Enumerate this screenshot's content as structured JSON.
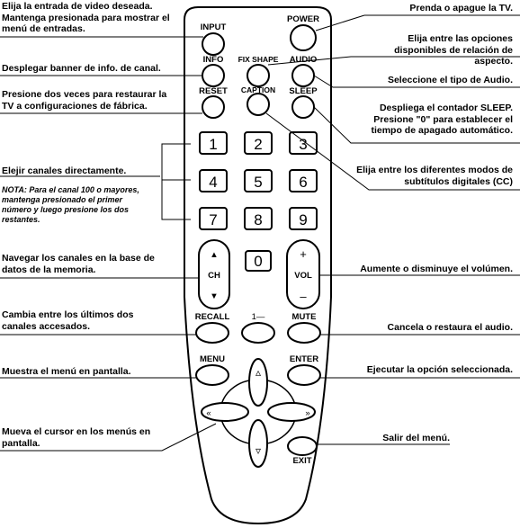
{
  "left_notes": {
    "input": "Elija la entrada de video deseada. Mantenga presionada para mostrar el menú de entradas.",
    "info": "Desplegar banner de info. de canal.",
    "reset": "Presione dos veces para restaurar la TV a configuraciones de fábrica.",
    "direct": "Elejir canales directamente.",
    "direct_note": "NOTA: Para el canal 100 o mayores, mantenga presionado el primer número y luego presione los dos restantes.",
    "ch": "Navegar los canales en la base de datos de la memoria.",
    "recall": "Cambia entre los últimos dos canales accesados.",
    "menu": "Muestra el menú en pantalla.",
    "cursor": "Mueva el cursor en los menús en pantalla."
  },
  "right_notes": {
    "power": "Prenda o apague la TV.",
    "fixshape": "Elija entre las opciones disponibles de relación de aspecto.",
    "audio": "Seleccione el tipo de Audio.",
    "sleep": "Despliega el contador SLEEP. Presione \"0\" para establecer el tiempo de apagado automático.",
    "caption": "Elija entre los diferentes modos de subtítulos digitales (CC)",
    "vol": "Aumente o disminuye el volúmen.",
    "mute": "Cancela o restaura el audio.",
    "enter": "Ejecutar la opción seleccionada.",
    "exit": "Salir del menú."
  },
  "remote": {
    "input": "INPUT",
    "power": "POWER",
    "info": "INFO",
    "fixshape": "FIX SHAPE",
    "audio": "AUDIO",
    "reset": "RESET",
    "caption": "CAPTION",
    "sleep": "SLEEP",
    "digits": [
      "1",
      "2",
      "3",
      "4",
      "5",
      "6",
      "7",
      "8",
      "9",
      "0"
    ],
    "ch": "CH",
    "vol": "VOL",
    "vol_plus": "+",
    "vol_minus": "–",
    "ch_up": "▲",
    "ch_down": "▼",
    "recall": "RECALL",
    "dash": "1—",
    "mute": "MUTE",
    "menu": "MENU",
    "enter": "ENTER",
    "exit": "EXIT",
    "arrow_up": "▵",
    "arrow_down": "▿",
    "arrow_left": "«",
    "arrow_right": "»"
  }
}
